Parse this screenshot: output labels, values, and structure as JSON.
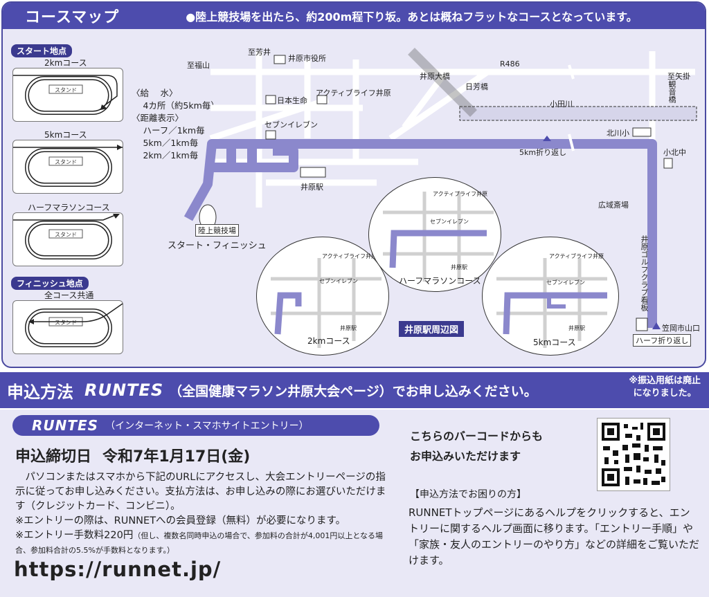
{
  "map": {
    "title": "コースマップ",
    "note": "●陸上競技場を出たら、約200m程下り坂。あとは概ねフラットなコースとなっています。",
    "start_point_label": "スタート地点",
    "finish_point_label": "フィニッシュ地点",
    "courses": [
      {
        "caption": "2kmコース"
      },
      {
        "caption": "5kmコース"
      },
      {
        "caption": "ハーフマラソンコース"
      },
      {
        "caption": "全コース共通"
      }
    ],
    "stand_label": "スタンド",
    "info_block": "〈給　 水〉\n　 4カ所（約5km毎）\n〈距離表示〉\n　 ハーフ／1km毎\n　 5km／1km毎\n　 2km／1km毎",
    "labels": {
      "shifukuyama": "至福山",
      "yoshii": "至芳井",
      "city_hall": "井原市役所",
      "r486": "R486",
      "yakage": "至矢掛",
      "ibara_bridge": "井原大橋",
      "nippo_bridge": "日芳橋",
      "kannon_bridge": "観音橋",
      "odagawa": "小田川",
      "nihon_seimei": "日本生命",
      "active_life": "アクティブライフ井原",
      "seven_eleven": "セブンイレブン",
      "kitagawa_elementary": "北川小",
      "five_km_turn": "5km折り返し",
      "oda_kita_junior": "小北中",
      "ibara_station": "井原駅",
      "stadium": "陸上競技場",
      "start_finish": "スタート・フィニッシュ",
      "kouiki_saijo": "広域斎場",
      "golf_sign": "井原ゴルフクラブ看板",
      "kasaoka_yamaguchi": "笠岡市山口",
      "half_turn": "ハーフ折り返し"
    },
    "insets": [
      {
        "caption": "2kmコース"
      },
      {
        "caption": "ハーフマラソンコース"
      },
      {
        "caption": "5kmコース"
      }
    ],
    "inset_labels": {
      "active_life": "アクティブライフ井原",
      "seven_eleven": "セブンイレブン",
      "ibara_station": "井原駅"
    },
    "station_area_label": "井原駅周辺図"
  },
  "apply": {
    "title": "申込方法",
    "runtes_logo": "RUNTES",
    "description": "（全国健康マラソン井原大会ページ）でお申し込みください。",
    "abolish_note_line1": "※振込用紙は廃止",
    "abolish_note_line2": "になりました。",
    "pill_logo": "RUNTES",
    "pill_text": "（インターネット・スマホサイトエントリー）",
    "deadline_label": "申込締切日",
    "deadline_value": "令和7年1月17日(金)",
    "body_line1": "パソコンまたはスマホから下記のURLにアクセスし、大会エントリーページの指示に従ってお申し込みください。支払方法は、お申し込みの際にお選びいただけます（クレジットカード、コンビニ）。",
    "body_line2": "※エントリーの際は、RUNNETへの会員登録（無料）が必要になります。",
    "fee_main": "※エントリー手数料220円",
    "fee_note": "（但し、複数名同時申込の場合で、参加料の合計が4,001円以上となる場合、参加料合計の5.5%が手数料となります。）",
    "url": "https://runnet.jp/",
    "barcode_line1": "こちらのバーコードからも",
    "barcode_line2": "お申込みいただけます",
    "help_heading": "【申込方法でお困りの方】",
    "help_text": "RUNNETトップページにあるヘルプをクリックすると、エントリーに関するヘルプ画面に移ります。「エントリー手順」や「家族・友人のエントリーのやり方」などの詳細をご覧いただけます。"
  },
  "colors": {
    "header_purple": "#4d4cad",
    "route_purple": "#8b88cc",
    "panel_bg": "#e9e8f6"
  }
}
